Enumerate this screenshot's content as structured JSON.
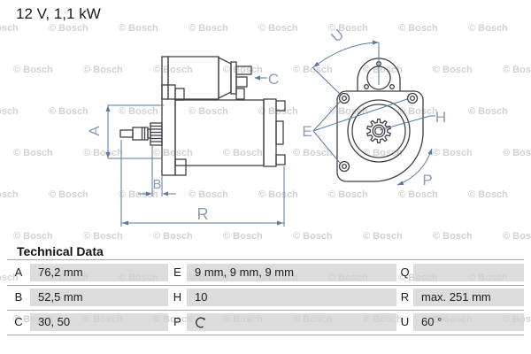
{
  "title": "12 V, 1,1 kW",
  "watermark": {
    "text": "© Bosch",
    "color": "#d2d2d2"
  },
  "diagram": {
    "description": "starter-motor side view and front view technical drawing",
    "dimension_labels": {
      "A": "A",
      "B": "B",
      "C": "C",
      "E": "E",
      "H": "H",
      "P": "P",
      "R": "R",
      "U": "U"
    },
    "colors": {
      "drawing_stroke": "#3f3f48",
      "dimension_line": "#567aa4",
      "dimension_label": "#8b9db6"
    }
  },
  "table": {
    "heading": "Technical Data",
    "colors": {
      "cell_bg": "#dcdcdc",
      "separator": "#a8a8a8",
      "text": "#1a1a1a"
    },
    "rows": [
      [
        {
          "key": "A",
          "value": "76,2 mm"
        },
        {
          "key": "E",
          "value": "9 mm, 9 mm, 9 mm"
        },
        {
          "key": "Q",
          "value": ""
        }
      ],
      [
        {
          "key": "B",
          "value": "52,5 mm"
        },
        {
          "key": "H",
          "value": "10"
        },
        {
          "key": "R",
          "value": "max. 251 mm"
        }
      ],
      [
        {
          "key": "C",
          "value": "30, 50"
        },
        {
          "key": "P",
          "value": "",
          "icon": "rotation-clockwise-icon"
        },
        {
          "key": "U",
          "value": "60 °"
        }
      ]
    ]
  }
}
